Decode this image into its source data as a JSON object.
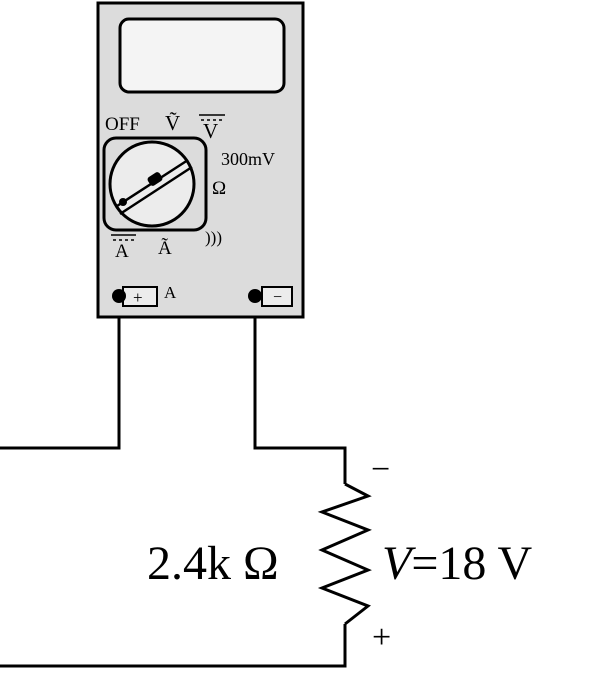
{
  "meter": {
    "dial_labels": {
      "off": "OFF",
      "v_ac": "Ṽ",
      "v_dc": "V",
      "range": "300mV",
      "ohm": "Ω",
      "continuity": ")))",
      "a_dc": "A",
      "a_ac": "Ã"
    },
    "jacks": {
      "positive_symbol": "+",
      "positive_label": "A",
      "negative_symbol": "−"
    },
    "body_color": "#dcdcdc",
    "display_color": "#f4f4f4"
  },
  "circuit": {
    "resistance_label": "2.4k Ω",
    "voltage_symbol": "V",
    "voltage_value": "=18 V",
    "top_polarity": "−",
    "bottom_polarity": "+"
  }
}
